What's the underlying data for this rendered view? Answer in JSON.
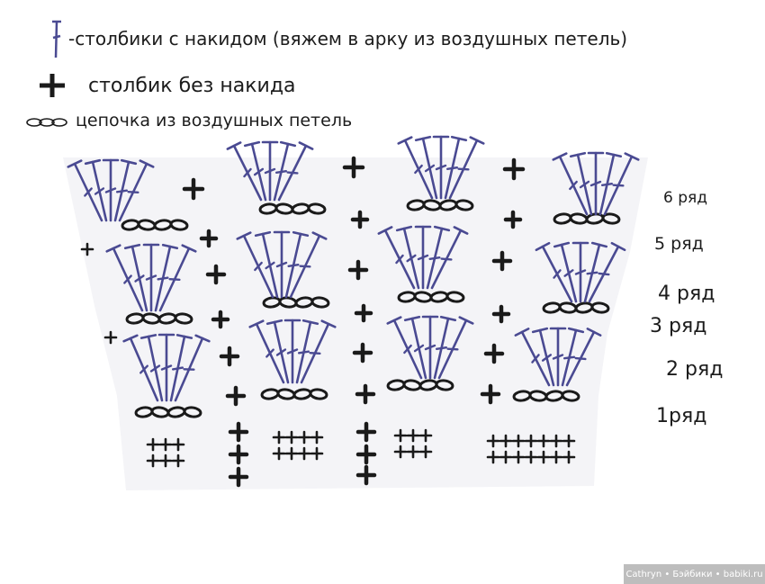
{
  "legend": [
    {
      "symbol": "double-crochet-icon",
      "text": "-столбики с накидом (вяжем в арку из воздушных петель)"
    },
    {
      "symbol": "single-crochet-icon",
      "text": "столбик без накида"
    },
    {
      "symbol": "chain-icon",
      "text": "цепочка из воздушных петель"
    }
  ],
  "rows": [
    {
      "label": "6 ряд"
    },
    {
      "label": "5 ряд"
    },
    {
      "label": "4 ряд"
    },
    {
      "label": "3 ряд"
    },
    {
      "label": "2 ряд"
    },
    {
      "label": "1ряд"
    }
  ],
  "colors": {
    "double_crochet": "#4a4a92",
    "single_crochet": "#1a1a1a",
    "chain": "#1a1a1a",
    "text": "#1c1c1c"
  },
  "watermark": "Cathryn • Бэйбики • babiki.ru"
}
